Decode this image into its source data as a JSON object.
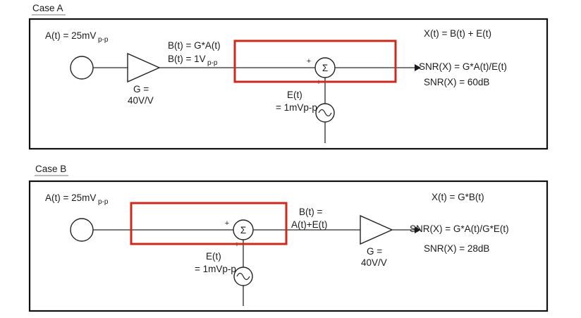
{
  "palette": {
    "highlight_box": "#cc2a1c",
    "snr_good": "#009e92",
    "snr_bad": "#e01b1b",
    "ink": "#1b1b1b"
  },
  "shared": {
    "sum_symbol": "Σ",
    "plus": "+"
  },
  "case_a": {
    "title": "Case A",
    "input_label": "A(t) = 25mV",
    "input_label_sub": "p-p",
    "gain_label_1": "G =",
    "gain_label_2": "40V/V",
    "signal_eq_1": "B(t) = G*A(t)",
    "signal_eq_2": "B(t) = 1V",
    "signal_eq_2_sub": "p-p",
    "noise_label_1": "E(t)",
    "noise_label_2": "= 1mVp-p",
    "output_eq": "X(t) = B(t) + E(t)",
    "snr_eq": "SNR(X) = G*A(t)/E(t)",
    "snr_value": "SNR(X) = 60dB"
  },
  "case_b": {
    "title": "Case B",
    "input_label": "A(t) = 25mV",
    "input_label_sub": "p-p",
    "sum_out_eq_1": "B(t) =",
    "sum_out_eq_2": "A(t)+E(t)",
    "gain_label_1": "G =",
    "gain_label_2": "40V/V",
    "noise_label_1": "E(t)",
    "noise_label_2": "= 1mVp-p",
    "output_eq": "X(t) = G*B(t)",
    "snr_eq": "SNR(X) = G*A(t)/G*E(t)",
    "snr_value": "SNR(X) = 28dB"
  }
}
